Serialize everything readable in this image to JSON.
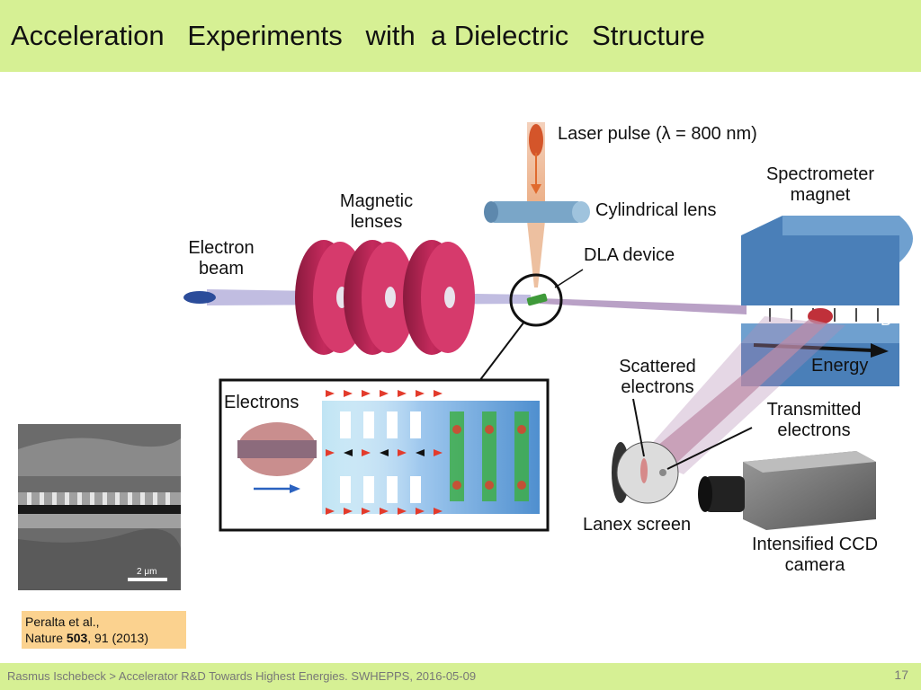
{
  "slide": {
    "title": "Acceleration   Experiments   with  a Dielectric   Structure",
    "footer": "Rasmus Ischebeck > Accelerator R&D Towards Highest Energies. SWHEPPS, 2016-05-09",
    "page_number": "17"
  },
  "labels": {
    "laser_pulse": "Laser pulse (λ = 800 nm)",
    "magnetic_lenses": "Magnetic\nlenses",
    "cylindrical_lens": "Cylindrical lens",
    "spectrometer_magnet": "Spectrometer\nmagnet",
    "electron_beam": "Electron\nbeam",
    "dla_device": "DLA device",
    "b_field": "B",
    "energy": "Energy",
    "scattered_electrons": "Scattered\nelectrons",
    "transmitted_electrons": "Transmitted\nelectrons",
    "electrons": "Electrons",
    "lanex_screen": "Lanex screen",
    "ccd_camera": "Intensified CCD\ncamera",
    "scale_bar": "2 μm"
  },
  "citation": {
    "line1": "Peralta et al.,",
    "journal": "Nature ",
    "volume": "503",
    "rest": ", 91 (2013)"
  }
}
